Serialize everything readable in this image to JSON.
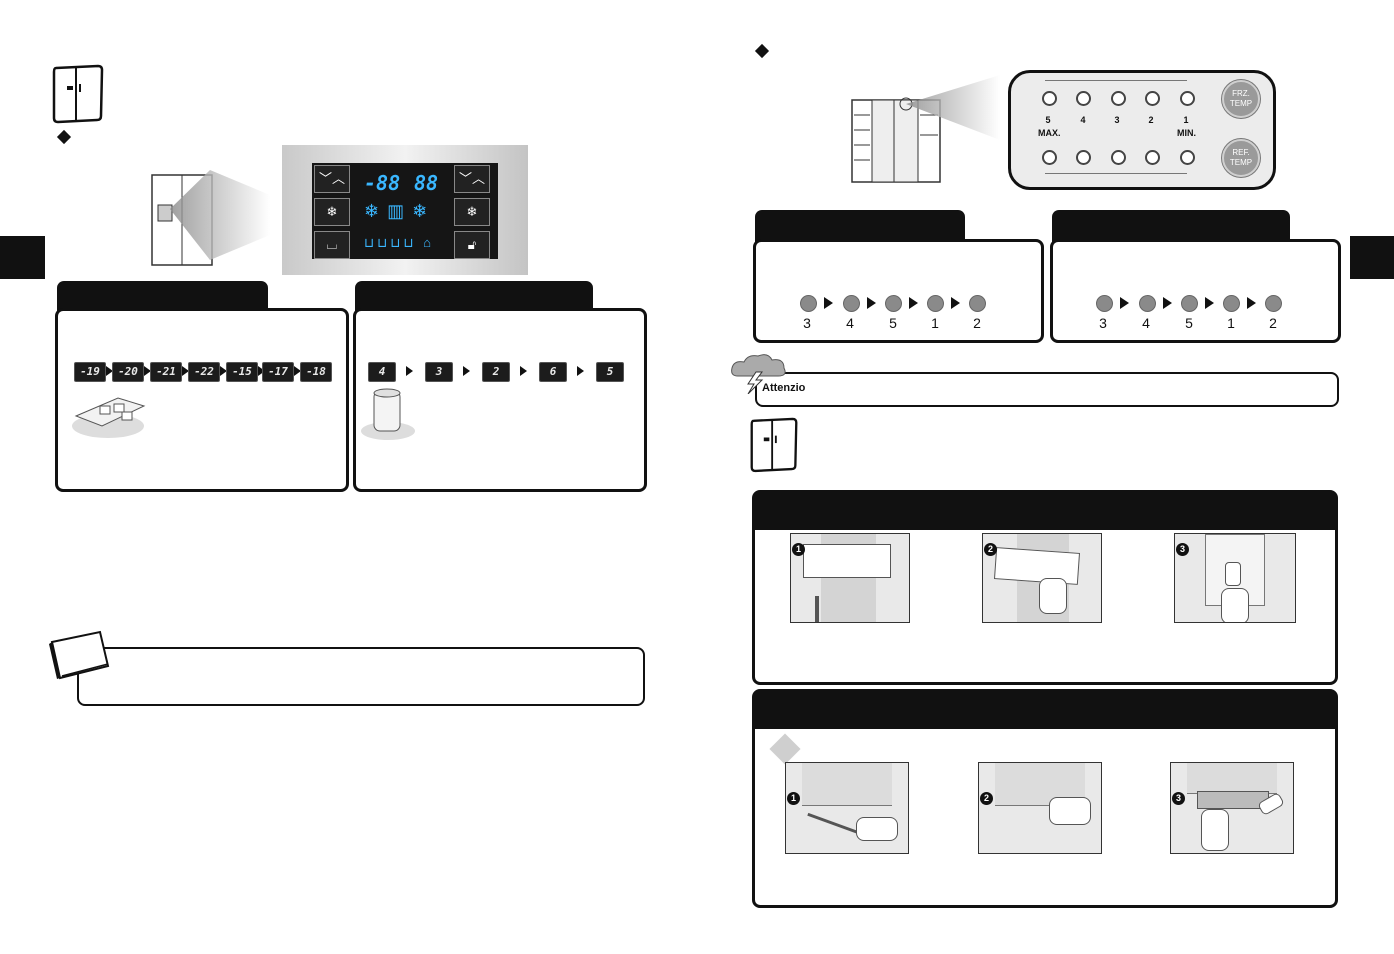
{
  "controls": {
    "frz_label": "FRZ.",
    "frz_sub": "TEMP",
    "ref_label": "REF.",
    "ref_sub": "TEMP",
    "numbers": [
      "5",
      "4",
      "3",
      "2",
      "1"
    ],
    "max": "MAX.",
    "min": "MIN."
  },
  "display": {
    "left_value": "-88",
    "right_value": "88"
  },
  "freezer_steps": [
    "-19",
    "-20",
    "-21",
    "-22",
    "-15",
    "-17",
    "-18"
  ],
  "fridge_steps": [
    "4",
    "3",
    "2",
    "6",
    "5"
  ],
  "sequence_left": [
    "3",
    "4",
    "5",
    "1",
    "2"
  ],
  "sequence_right": [
    "3",
    "4",
    "5",
    "1",
    "2"
  ],
  "warning": {
    "label": "Attenzio"
  },
  "steps_a": [
    "1",
    "2",
    "3"
  ],
  "steps_b": [
    "1",
    "2",
    "3"
  ],
  "colors": {
    "display_blue": "#3ab7ff",
    "dot_gray": "#8a8a8a"
  }
}
